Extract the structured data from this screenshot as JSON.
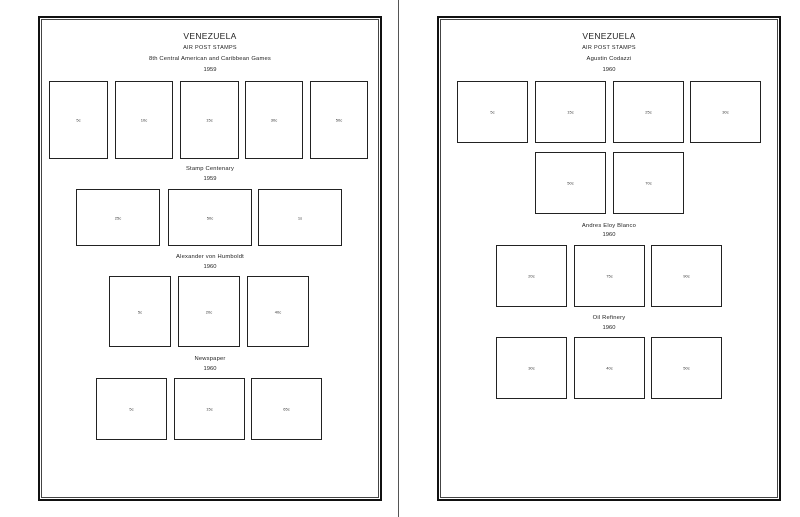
{
  "pages": [
    {
      "country": "VENEZUELA",
      "subtitle": "AIR POST STAMPS",
      "sections": [
        {
          "title": "8th Central American and Caribbean Games",
          "year": "1959",
          "stamps": [
            "5c",
            "10c",
            "15c",
            "30c",
            "50c"
          ]
        },
        {
          "title": "Stamp Centenary",
          "year": "1959",
          "stamps": [
            "25c",
            "50c",
            "1s"
          ]
        },
        {
          "title": "Alexander von Humboldt",
          "year": "1960",
          "stamps": [
            "5c",
            "20c",
            "40c"
          ]
        },
        {
          "title": "Newspaper",
          "year": "1960",
          "stamps": [
            "5c",
            "15c",
            "65c"
          ]
        }
      ]
    },
    {
      "country": "VENEZUELA",
      "subtitle": "AIR POST STAMPS",
      "sections": [
        {
          "title": "Agustin Codazzi",
          "year": "1960",
          "stamps": [
            "5c",
            "15c",
            "25c",
            "30c",
            "50c",
            "70c"
          ]
        },
        {
          "title": "Andres Eloy Blanco",
          "year": "1960",
          "stamps": [
            "20c",
            "75c",
            "90c"
          ]
        },
        {
          "title": "Oil Refinery",
          "year": "1960",
          "stamps": [
            "30c",
            "40c",
            "50c"
          ]
        }
      ]
    }
  ]
}
